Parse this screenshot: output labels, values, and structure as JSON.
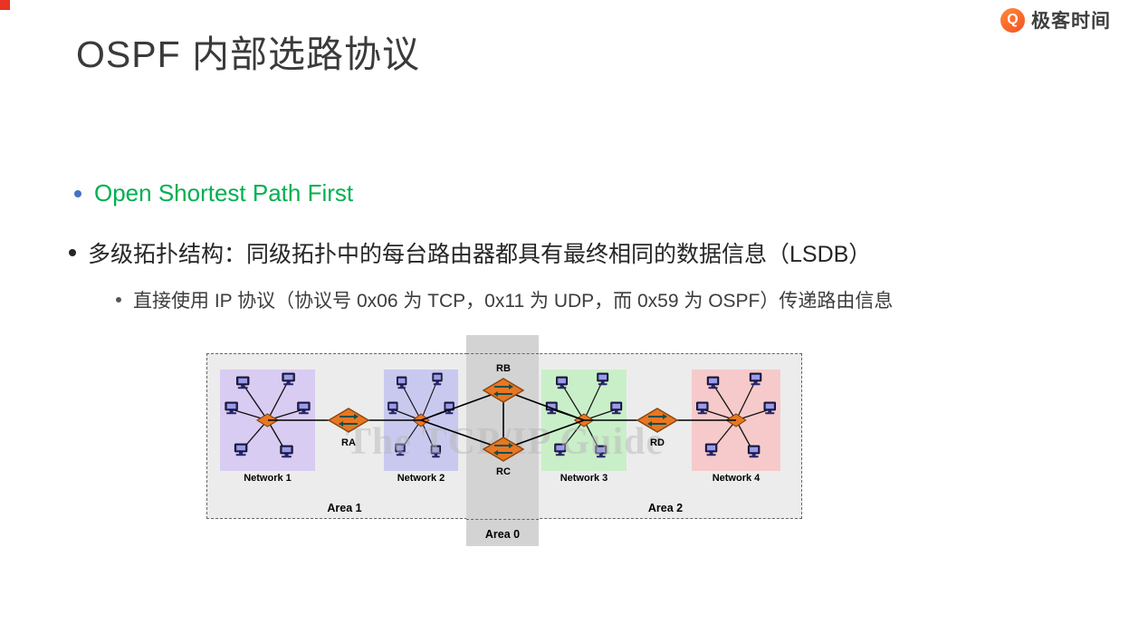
{
  "logo": {
    "text": "极客时间",
    "glyph": "Q"
  },
  "title": "OSPF 内部选路协议",
  "bullets": [
    {
      "text": "Open Shortest Path First"
    },
    {
      "text": "多级拓扑结构：同级拓扑中的每台路由器都具有最终相同的数据信息（LSDB）"
    },
    {
      "text": "直接使用 IP 协议（协议号 0x06 为 TCP，0x11 为 UDP，而 0x59 为 OSPF）传递路由信息"
    }
  ],
  "diagram": {
    "watermark": "The TCP/IP Guide",
    "areas": {
      "area0": "Area 0",
      "area1": "Area 1",
      "area2": "Area 2"
    },
    "networks": [
      {
        "label": "Network 1"
      },
      {
        "label": "Network 2"
      },
      {
        "label": "Network 3"
      },
      {
        "label": "Network 4"
      }
    ],
    "routers": [
      {
        "label": "RA"
      },
      {
        "label": "RB"
      },
      {
        "label": "RC"
      },
      {
        "label": "RD"
      }
    ],
    "colors": {
      "accent_green": "#00b050",
      "router_orange": "#e87722",
      "network1_fill": "#d9ccf2",
      "network2_fill": "#c9c9f0",
      "network3_fill": "#c9efc9",
      "network4_fill": "#f6caca",
      "area_strip": "#d3d3d3",
      "logo_orange": "#f4511e"
    }
  }
}
